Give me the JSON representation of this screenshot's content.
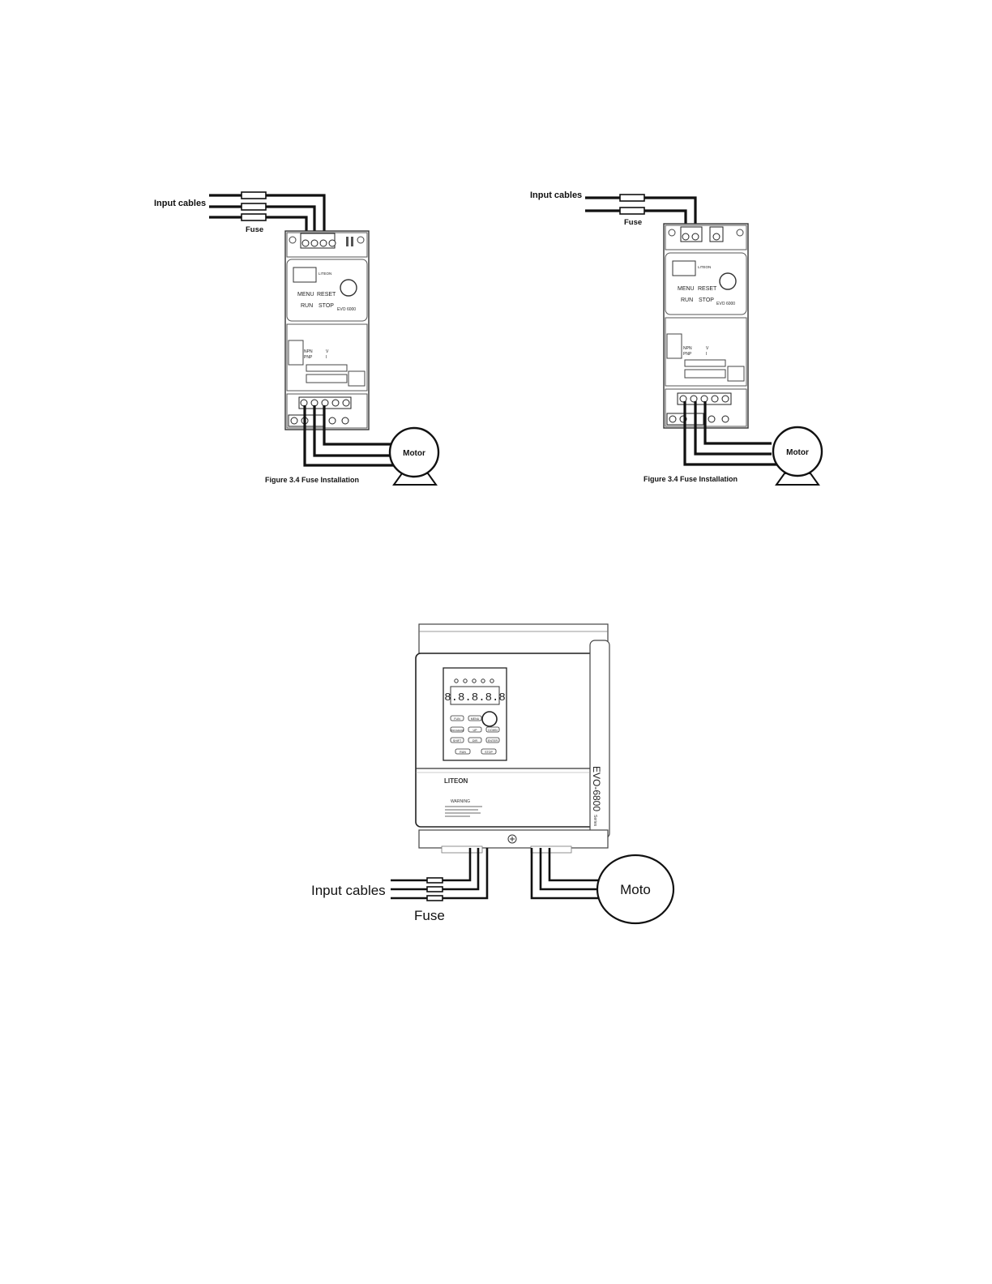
{
  "diagram1": {
    "input_label": "Input cables",
    "fuse_label": "Fuse",
    "motor_label": "Motor",
    "caption": "Figure 3.4 Fuse Installation",
    "panel": {
      "menu": "MENU",
      "reset": "RESET",
      "run": "RUN",
      "stop": "STOP",
      "model": "EVO 6000",
      "brand": "LITEON",
      "npn": "NPN",
      "pnp": "PNP",
      "v": "V",
      "i": "I"
    }
  },
  "diagram2": {
    "input_label": "Input cables",
    "fuse_label": "Fuse",
    "motor_label": "Motor",
    "caption": "Figure 3.4 Fuse Installation",
    "panel": {
      "menu": "MENU",
      "reset": "RESET",
      "run": "RUN",
      "stop": "STOP",
      "model": "EVO 6000",
      "brand": "LITEON",
      "npn": "NPN",
      "pnp": "PNP",
      "v": "V",
      "i": "I"
    }
  },
  "diagram3": {
    "input_label": "Input cables",
    "fuse_label": "Fuse",
    "motor_label": "Moto",
    "model_label": "EVO-6800",
    "series_label": "Series",
    "brand": "LITEON",
    "warning": "WARNING",
    "display": "8.8.8.8.8",
    "keys": {
      "fn": "FUN",
      "menu": "MENU",
      "program": "PROGRAM",
      "up": "UP",
      "down": "DOWN",
      "enter": "ENTER",
      "shift": "SHIFT",
      "dir": "DIR",
      "run": "RUN",
      "stop": "STOP"
    }
  }
}
